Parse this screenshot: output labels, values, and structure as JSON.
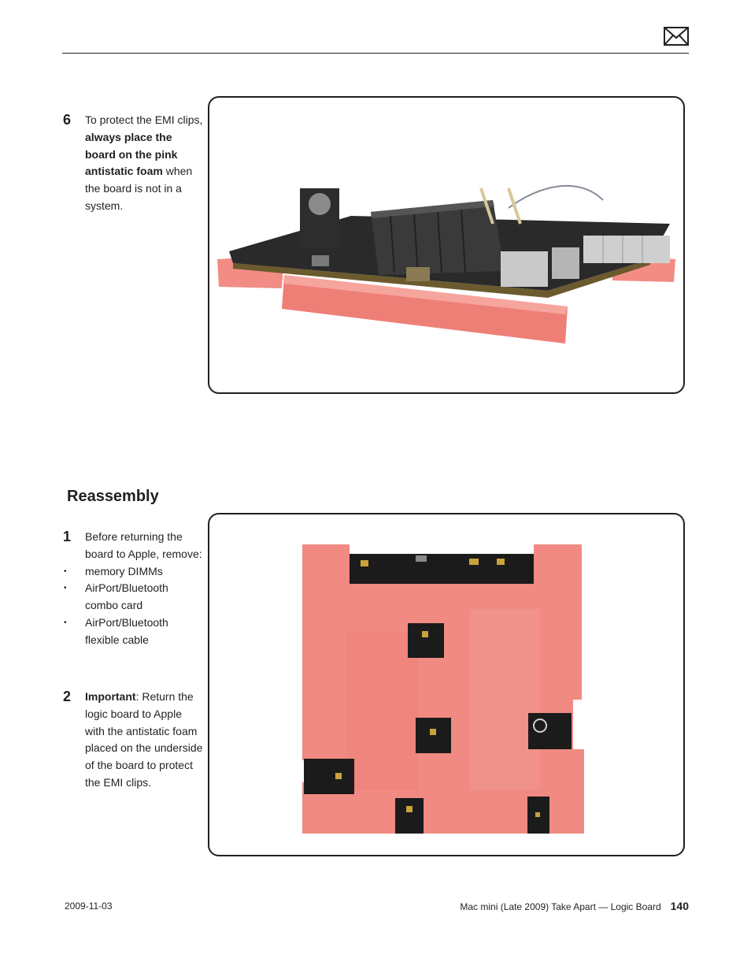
{
  "header": {
    "icon": "mail-envelope-icon"
  },
  "steps_top": [
    {
      "number": "6",
      "text_a": "To protect the EMI clips, ",
      "text_bold": "always place the board on the pink antistatic foam",
      "text_b": " when the board is not in a system."
    }
  ],
  "reassembly": {
    "title": "Reassembly",
    "step1": {
      "number": "1",
      "intro": "Before returning the board to Apple, remove:",
      "items": [
        "memory DIMMs",
        "AirPort/Bluetooth combo card",
        "AirPort/Bluetooth flexible cable"
      ]
    },
    "step2": {
      "number": "2",
      "bold": "Important",
      "text": ": Return the logic board to Apple with the antistatic foam placed on the underside of the board to protect the EMI clips."
    }
  },
  "footer": {
    "date": "2009-11-03",
    "doc_title": "Mac mini (Late 2009) Take Apart — Logic Board",
    "page": "140"
  },
  "colors": {
    "foam": "#f08a82",
    "board": "#1b1b1b",
    "frame": "#231f20"
  }
}
